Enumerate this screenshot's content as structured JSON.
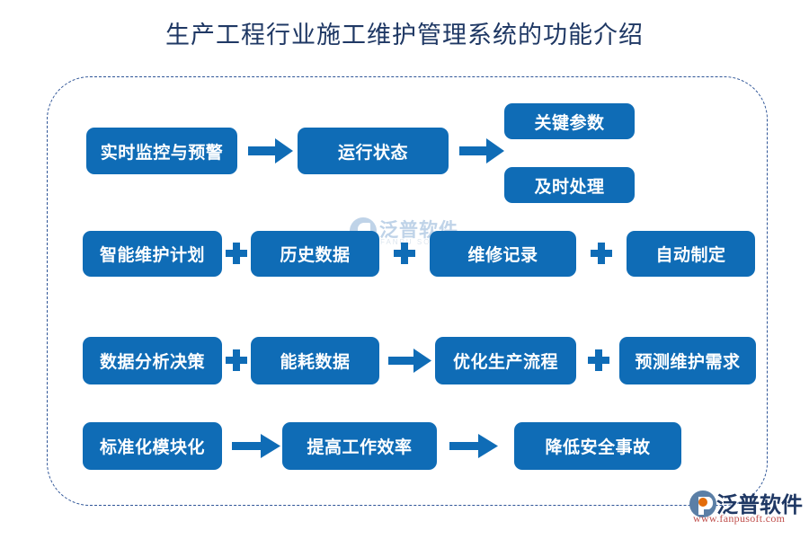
{
  "page": {
    "title": "生产工程行业施工维护管理系统的功能介绍",
    "background": "#ffffff",
    "title_color": "#1f3864",
    "node_color": "#0f6cb6",
    "frame_border_color": "#2f5597"
  },
  "watermark": {
    "text": "泛普软件",
    "subtext": "FANPU SOFTWARE"
  },
  "logo": {
    "name": "泛普软件",
    "url": "www.fanpusoft.com"
  },
  "diagram": {
    "rows": [
      {
        "id": "row-monitoring",
        "nodes": [
          {
            "id": "n1",
            "label": "实时监控与预警"
          },
          {
            "id": "n2",
            "label": "运行状态"
          },
          {
            "id": "n3",
            "label": "关键参数"
          },
          {
            "id": "n4",
            "label": "及时处理"
          }
        ],
        "connectors": [
          {
            "id": "c1",
            "type": "arrow"
          },
          {
            "id": "c2",
            "type": "arrow"
          }
        ]
      },
      {
        "id": "row-maintenance-plan",
        "nodes": [
          {
            "id": "n5",
            "label": "智能维护计划"
          },
          {
            "id": "n6",
            "label": "历史数据"
          },
          {
            "id": "n7",
            "label": "维修记录"
          },
          {
            "id": "n8",
            "label": "自动制定"
          }
        ],
        "connectors": [
          {
            "id": "c3",
            "type": "plus"
          },
          {
            "id": "c4",
            "type": "plus"
          },
          {
            "id": "c5",
            "type": "plus"
          }
        ]
      },
      {
        "id": "row-data-analysis",
        "nodes": [
          {
            "id": "n9",
            "label": "数据分析决策"
          },
          {
            "id": "n10",
            "label": "能耗数据"
          },
          {
            "id": "n11",
            "label": "优化生产流程"
          },
          {
            "id": "n12",
            "label": "预测维护需求"
          }
        ],
        "connectors": [
          {
            "id": "c6",
            "type": "plus"
          },
          {
            "id": "c7",
            "type": "arrow"
          },
          {
            "id": "c8",
            "type": "plus"
          }
        ]
      },
      {
        "id": "row-standardization",
        "nodes": [
          {
            "id": "n13",
            "label": "标准化模块化"
          },
          {
            "id": "n14",
            "label": "提高工作效率"
          },
          {
            "id": "n15",
            "label": "降低安全事故"
          }
        ],
        "connectors": [
          {
            "id": "c9",
            "type": "arrow"
          },
          {
            "id": "c10",
            "type": "arrow"
          }
        ]
      }
    ]
  }
}
